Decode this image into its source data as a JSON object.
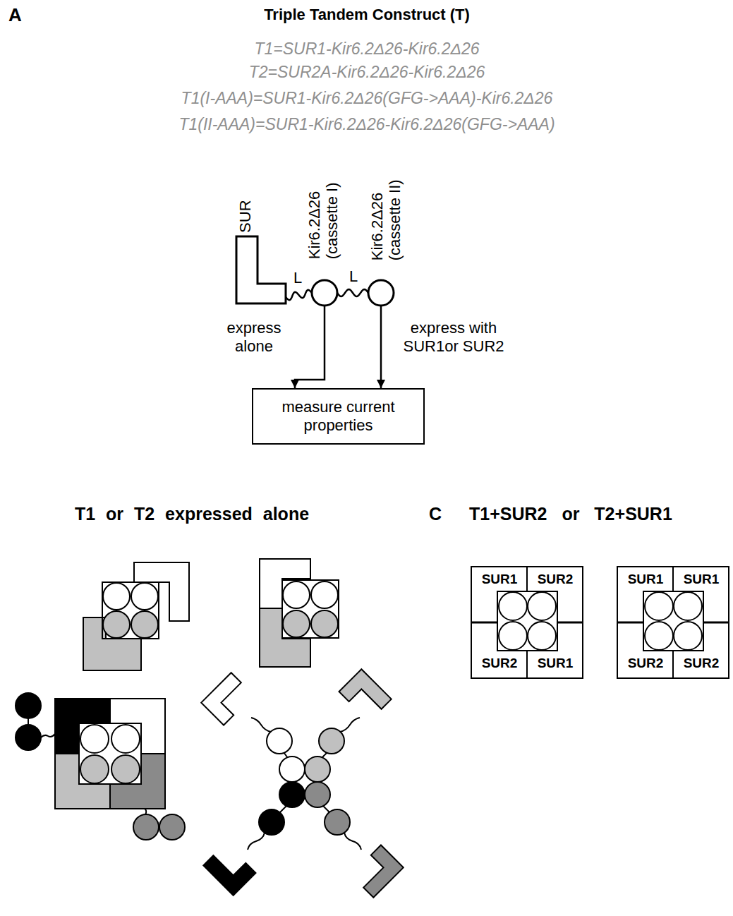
{
  "diagram": {
    "title": "Triple Tandem Construct (T)",
    "nodes": [
      {
        "text": [
          "SUR"
        ]
      },
      {
        "text": [
          "Kir6.2Δ26 (cassette I)"
        ]
      },
      {
        "text": [
          "Kir6.2Δ26 (cassette II)"
        ]
      },
      {
        "text": [
          "measure current properties"
        ]
      },
      {
        "text": [
          "SUR1"
        ]
      },
      {
        "text": [
          "SUR2"
        ]
      },
      {
        "text": [
          "SUR2"
        ]
      },
      {
        "text": [
          "SUR1"
        ]
      },
      {
        "text": [
          "SUR1"
        ]
      },
      {
        "text": [
          "SUR1"
        ]
      },
      {
        "text": [
          "SUR2"
        ]
      },
      {
        "text": [
          "SUR2"
        ]
      }
    ],
    "edges": [
      {
        "from": 0,
        "to": 1,
        "label": "L",
        "arrow": "none"
      },
      {
        "from": 1,
        "to": 2,
        "label": "L",
        "arrow": "none"
      },
      {
        "from": 1,
        "to": 3,
        "label": "express alone",
        "arrow": "to"
      },
      {
        "from": 2,
        "to": 3,
        "label": "express with SUR1or SUR2",
        "arrow": "to"
      }
    ],
    "labels": [
      "A",
      "T1=SUR1-Kir6.2Δ26-Kir6.2Δ26",
      "T2=SUR2A-Kir6.2Δ26-Kir6.2Δ26",
      "T1(I-AAA)=SUR1-Kir6.2Δ26(GFG->AAA)-Kir6.2Δ26",
      "T1(II-AAA)=SUR1-Kir6.2Δ26-Kir6.2Δ26(GFG->AAA)",
      "T1 or T2 expressed alone",
      "C",
      "T1+SUR2 or T2+SUR1"
    ]
  }
}
